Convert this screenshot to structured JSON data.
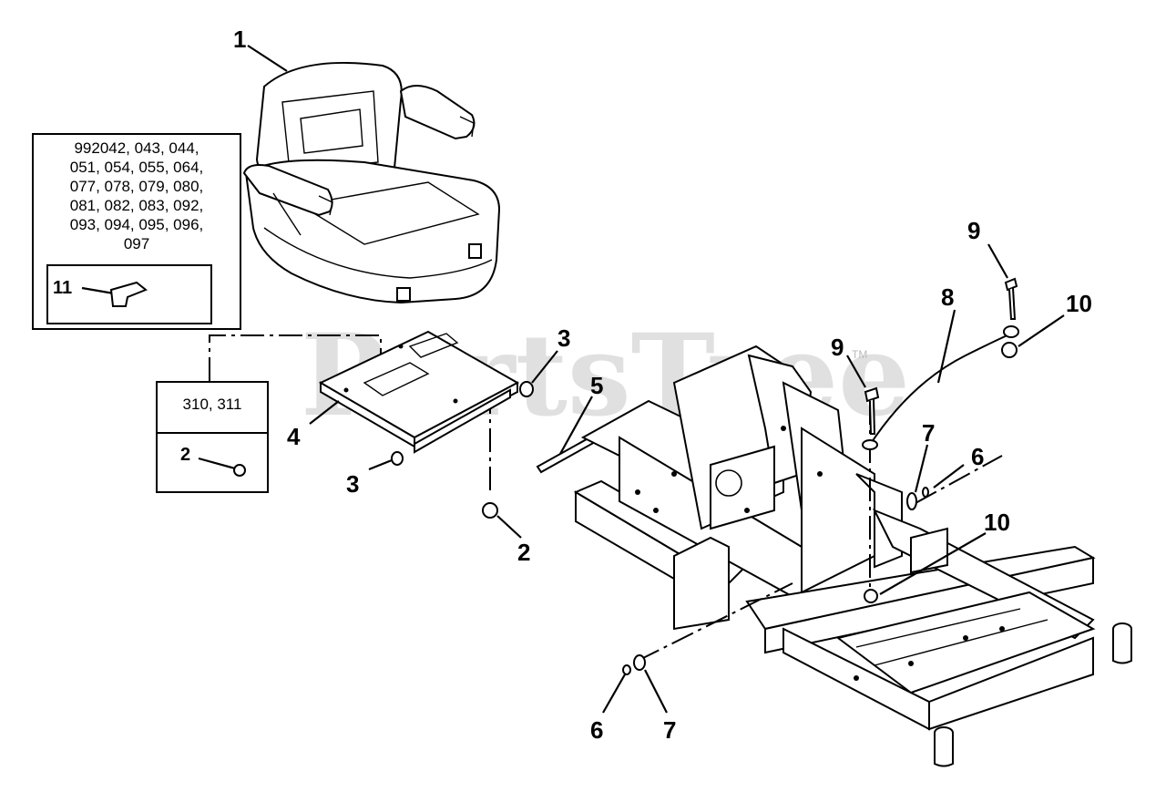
{
  "watermark": {
    "text": "PartsTree",
    "mark": "TM"
  },
  "model_box": {
    "lines": [
      "992042, 043, 044,",
      "051, 054, 055, 064,",
      "077, 078, 079, 080,",
      "081, 082, 083, 092,",
      "093, 094, 095, 096,",
      "097"
    ],
    "inset_callout": "11"
  },
  "small_box": {
    "models": "310, 311",
    "inset_callout": "2"
  },
  "callouts": {
    "c1": "1",
    "c2a": "2",
    "c3a": "3",
    "c3b": "3",
    "c4": "4",
    "c5": "5",
    "c6a": "6",
    "c6b": "6",
    "c7a": "7",
    "c7b": "7",
    "c8": "8",
    "c9a": "9",
    "c9b": "9",
    "c10a": "10",
    "c10b": "10"
  }
}
